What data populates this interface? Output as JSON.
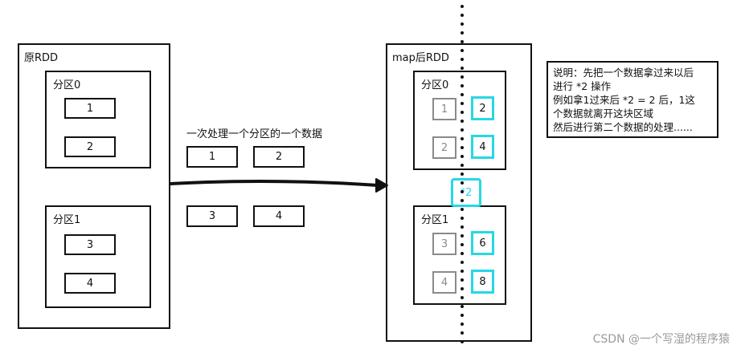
{
  "original_rdd": {
    "title": "原RDD",
    "partitions": [
      {
        "label": "分区0",
        "items": [
          "1",
          "2"
        ]
      },
      {
        "label": "分区1",
        "items": [
          "3",
          "4"
        ]
      }
    ]
  },
  "transfer": {
    "caption": "一次处理一个分区的一个数据",
    "row1": [
      "1",
      "2"
    ],
    "row2": [
      "3",
      "4"
    ]
  },
  "mapped_rdd": {
    "title": "map后RDD",
    "partitions": [
      {
        "label": "分区0",
        "inputs": [
          "1",
          "2"
        ],
        "outputs": [
          "2",
          "4"
        ]
      },
      {
        "label": "分区1",
        "inputs": [
          "3",
          "4"
        ],
        "outputs": [
          "6",
          "8"
        ]
      }
    ],
    "operation": "*2"
  },
  "note": {
    "lines": [
      "说明：先把一个数据拿过来以后",
      "进行 *2 操作",
      "例如拿1过来后 *2 = 2 后，1这",
      "个数据就离开这块区域",
      "然后进行第二个数据的处理......"
    ]
  },
  "colors": {
    "highlight": "#27d7e6",
    "faded": "#8a8a8a",
    "ink": "#111111"
  },
  "watermark": "CSDN @一个写湿的程序猿"
}
